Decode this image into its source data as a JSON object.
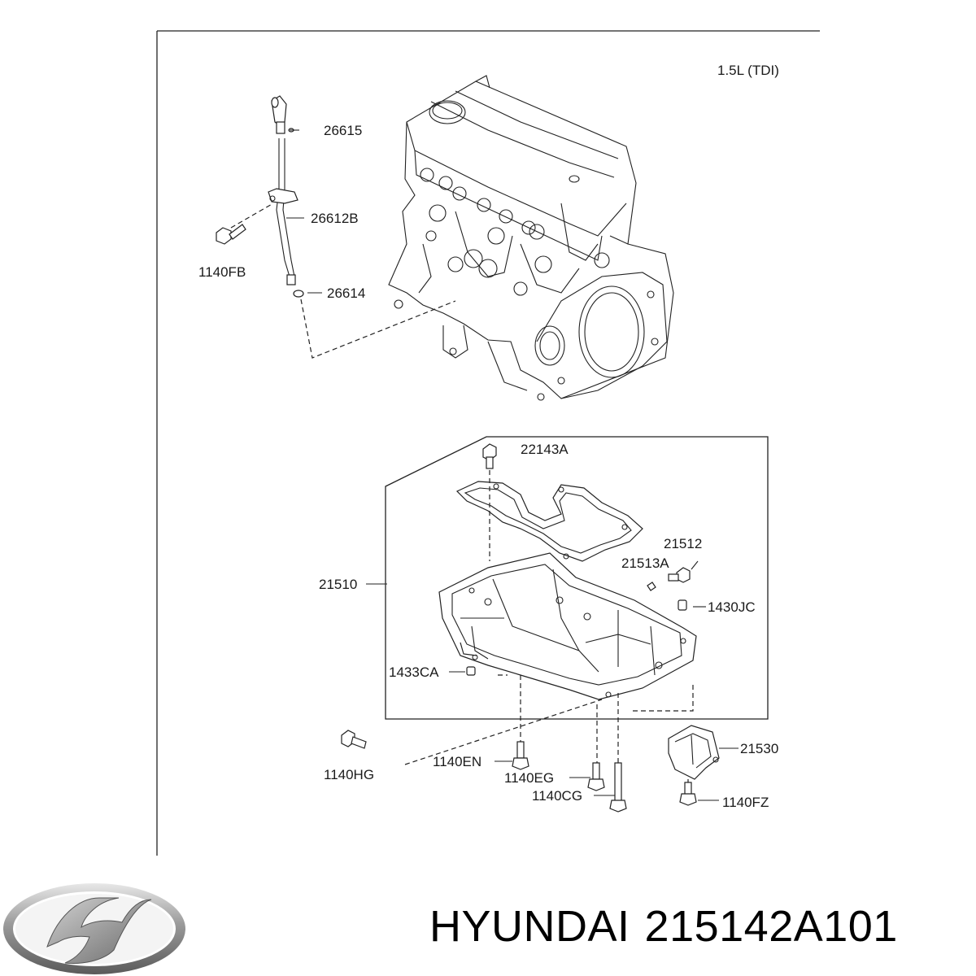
{
  "diagram": {
    "engine_spec": "1.5L (TDI)",
    "callouts": [
      "26615",
      "26612B",
      "1140FB",
      "26614",
      "22143A",
      "21512",
      "21513A",
      "21510",
      "1430JC",
      "1433CA",
      "21530",
      "1140HG",
      "1140EN",
      "1140EG",
      "1140CG",
      "1140FZ"
    ]
  },
  "brand": {
    "logo_icon": "hyundai-logo-icon",
    "name": "HYUNDAI",
    "part_number": "215142A101"
  }
}
